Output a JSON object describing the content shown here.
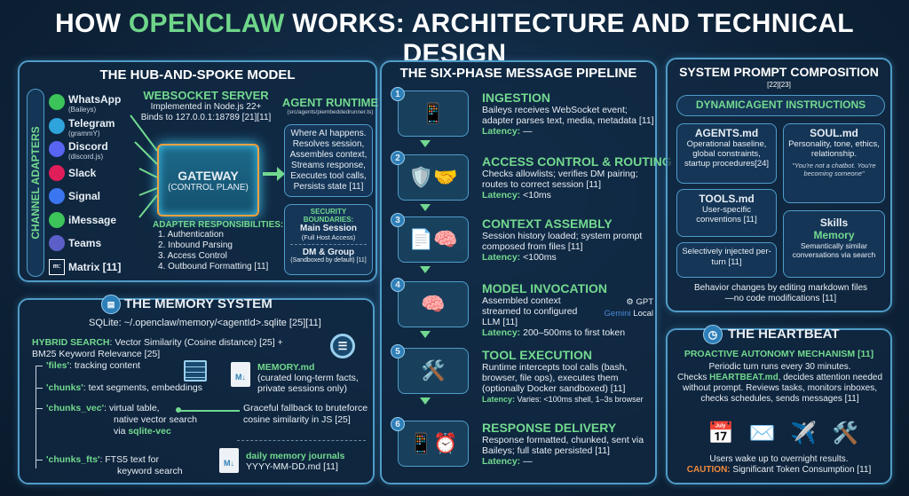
{
  "title": {
    "pre": "HOW ",
    "highlight": "OPENCLAW",
    "post": " WORKS: ARCHITECTURE AND TECHNICAL DESIGN"
  },
  "hub": {
    "title": "THE HUB-AND-SPOKE MODEL",
    "side_label": "CHANNEL ADAPTERS",
    "channels": [
      {
        "name": "WhatsApp",
        "sub": "(Baileys)",
        "icon": "whatsapp-icon",
        "color": "#3cc35a"
      },
      {
        "name": "Telegram",
        "sub": "(grammY)",
        "icon": "telegram-icon",
        "color": "#2fa3dc"
      },
      {
        "name": "Discord",
        "sub": "(discord.js)",
        "icon": "discord-icon",
        "color": "#5865f2"
      },
      {
        "name": "Slack",
        "sub": "",
        "icon": "slack-icon",
        "color": "#e01e5a"
      },
      {
        "name": "Signal",
        "sub": "",
        "icon": "signal-icon",
        "color": "#3a76f0"
      },
      {
        "name": "iMessage",
        "sub": "",
        "icon": "imessage-icon",
        "color": "#3cc35a"
      },
      {
        "name": "Teams",
        "sub": "",
        "icon": "teams-icon",
        "color": "#5b5fc7"
      },
      {
        "name": "Matrix [11]",
        "sub": "",
        "icon": "matrix-icon",
        "color": "#ffffff"
      }
    ],
    "ws_title": "WEBSOCKET SERVER",
    "ws_line1": "Implemented in Node.js 22+",
    "ws_line2": "Binds to 127.0.0.1:18789 [21][11]",
    "gateway": "GATEWAY",
    "gateway_sub": "(CONTROL PLANE)",
    "resp_title": "ADAPTER RESPONSIBILITIES:",
    "responsibilities": [
      "1. Authentication",
      "2. Inbound Parsing",
      "3. Access Control",
      "4. Outbound Formatting [11]"
    ],
    "runtime_title": "AGENT RUNTIME",
    "runtime_path": "(src/agents/piembeddedrunner.ts)",
    "runtime_lines": [
      "Where AI happens.",
      "Resolves session,",
      "Assembles context,",
      "Streams response,",
      "Executes tool calls,",
      "Persists state [11]"
    ],
    "sec_title": "SECURITY BOUNDARIES:",
    "sec_main": "Main Session",
    "sec_main_sub": "(Full Host Access)",
    "sec_dm": "DM & Group",
    "sec_dm_sub": "(Sandboxed by default) [11]"
  },
  "memory": {
    "title": "THE MEMORY SYSTEM",
    "sqlite": "SQLite: ~/.openclaw/memory/<agentId>.sqlite [25][11]",
    "hybrid_label": "HYBRID SEARCH",
    "hybrid_text": ": Vector Similarity (Cosine distance) [25] +",
    "hybrid_text2": "BM25 Keyword Relevance [25]",
    "tables": [
      {
        "name": "'files'",
        "desc": ": tracking content"
      },
      {
        "name": "'chunks'",
        "desc": ": text segments, embeddings"
      },
      {
        "name": "'chunks_vec'",
        "desc": ": virtual table,",
        "desc2": "native vector search",
        "desc3": "via ",
        "desc3b": "sqlite-vec"
      },
      {
        "name": "'chunks_fts'",
        "desc": ": FTS5 text for",
        "desc2": "keyword search"
      }
    ],
    "memfile": "MEMORY.md",
    "memfile_desc1": "(curated long-term facts,",
    "memfile_desc2": "private sessions only)",
    "fallback1": "Graceful fallback to bruteforce",
    "fallback2": "cosine similarity in JS [25]",
    "journal": "daily memory journals",
    "journal_fmt": "YYYY-MM-DD.md [11]"
  },
  "pipeline": {
    "title": "THE SIX-PHASE MESSAGE PIPELINE",
    "latency_label": "Latency:",
    "steps": [
      {
        "n": "1",
        "title": "INGESTION",
        "desc": "Baileys receives WebSocket event; adapter parses text, media, metadata [11]",
        "latency": " —",
        "icon": "phone-message-icon"
      },
      {
        "n": "2",
        "title": "ACCESS CONTROL & ROUTING",
        "desc": "Checks allowlists; verifies DM pairing; routes to correct session [11]",
        "latency": " <10ms",
        "icon": "shield-handshake-icon"
      },
      {
        "n": "3",
        "title": "CONTEXT ASSEMBLY",
        "desc": "Session history loaded; system prompt composed from files [11]",
        "latency": " <100ms",
        "icon": "documents-brain-icon"
      },
      {
        "n": "4",
        "title": "MODEL INVOCATION",
        "desc": "Assembled context streamed to configured LLM [11]",
        "latency": " 200–500ms to first token",
        "icon": "brain-icon"
      },
      {
        "n": "5",
        "title": "TOOL EXECUTION",
        "desc": "Runtime intercepts tool calls (bash, browser, file ops), executes them (optionally Docker sandboxed) [11]",
        "latency": " Varies: <100ms shell, 1–3s browser",
        "icon": "tools-icon"
      },
      {
        "n": "6",
        "title": "RESPONSE DELIVERY",
        "desc": "Response formatted, chunked, sent via Baileys; full state persisted [11]",
        "latency": " —",
        "icon": "phone-clock-icon"
      }
    ],
    "models": {
      "gpt": "GPT",
      "gemini": "Gemini",
      "local": "Local"
    }
  },
  "prompt": {
    "title": "SYSTEM PROMPT COMPOSITION",
    "refs": "[22][23]",
    "banner": "DYNAMICAGENT INSTRUCTIONS",
    "agents_title": "AGENTS.md",
    "agents_desc": "Operational baseline, global constraints, startup procedures[24]",
    "soul_title": "SOUL.md",
    "soul_desc": "Personality, tone, ethics, relationship.",
    "soul_quote": "\"You're not a chatbot. You're becoming someone\"",
    "tools_title": "TOOLS.md",
    "tools_desc": "User-specific conventions [11]",
    "selective": "Selectively injected per-turn [11]",
    "skills": "Skills",
    "memory_title": "Memory",
    "memory_desc": "Semantically similar conversations via search",
    "footer": "Behavior changes by editing markdown files—no code modifications [11]"
  },
  "heartbeat": {
    "title": "THE HEARTBEAT",
    "subtitle": "PROACTIVE AUTONOMY MECHANISM [11]",
    "line1": "Periodic turn runs every 30 minutes.",
    "checks": "Checks ",
    "file": "HEARTBEAT.md",
    "line2": ", decides attention needed without prompt. Reviews tasks, monitors inboxes, checks schedules, sends messages [11]",
    "icons": [
      "calendar-icon",
      "mail-icon",
      "airplane-icon",
      "tools-icon"
    ],
    "line3": "Users wake up to overnight results.",
    "caution": "CAUTION:",
    "caution_text": " Significant Token Consumption [11]"
  },
  "colors": {
    "accent_green": "#72d98f",
    "border_blue": "#4f9cc8",
    "caution_orange": "#f08a3c",
    "background": "#0e2339"
  }
}
